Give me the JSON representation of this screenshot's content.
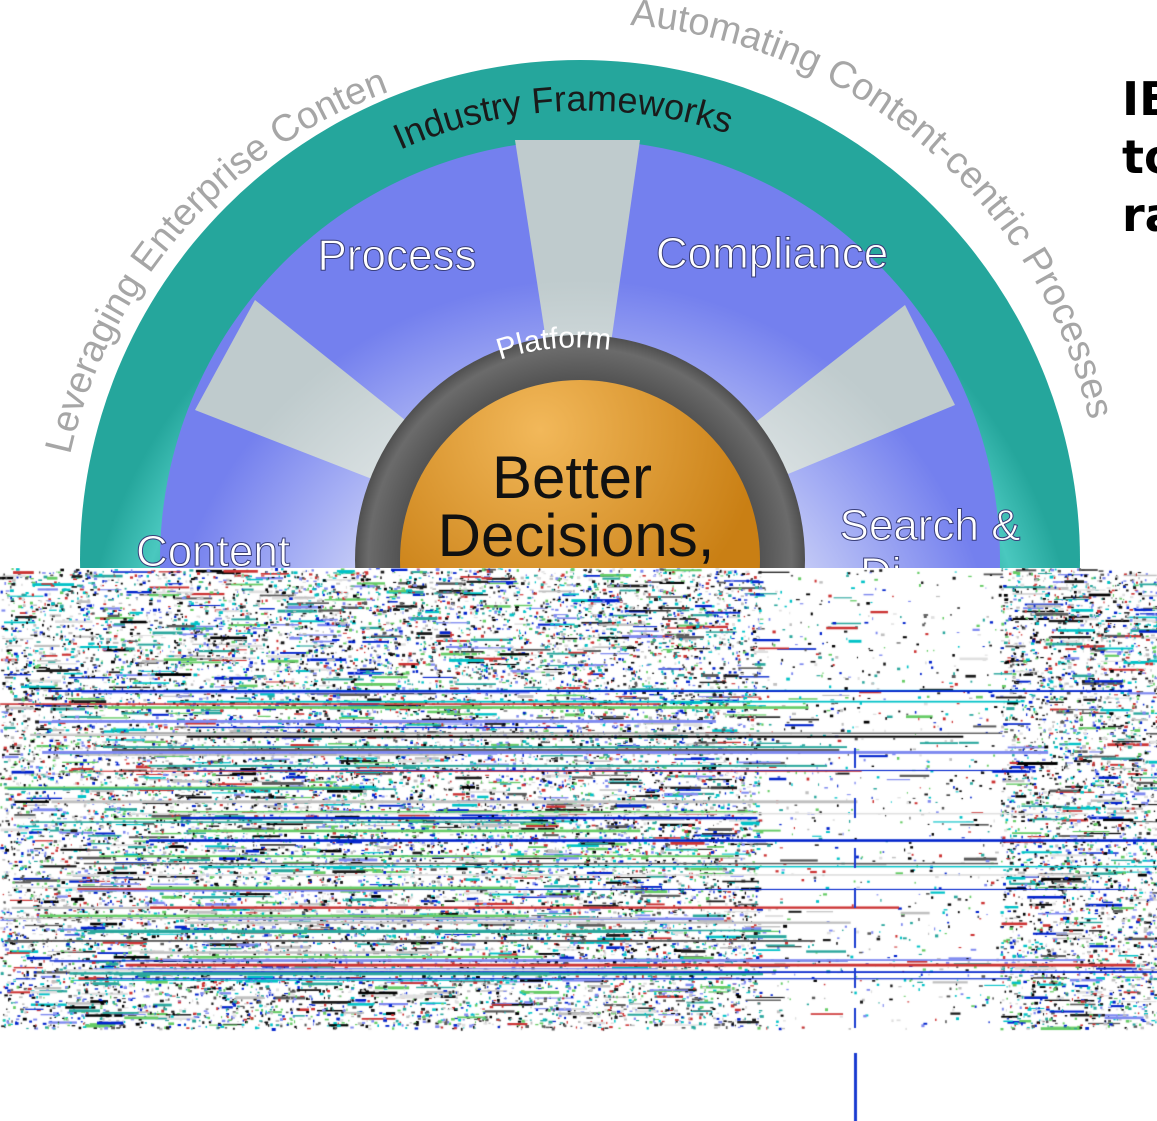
{
  "outer_labels": {
    "left": "Leveraging Enterprise Content",
    "right": "Automating Content-centric Processes"
  },
  "ring_label": "Industry Frameworks",
  "segments": {
    "process": "Process",
    "compliance": "Compliance",
    "content": "Content",
    "search_line1": "Search &",
    "search_line2": "Di"
  },
  "platform_label": "Platform",
  "center": {
    "line1": "Better",
    "line2": "Decisions,"
  },
  "side_text": [
    "IB",
    "to",
    "ra"
  ],
  "colors": {
    "teal_ring": "#36b7ad",
    "segment_blue": "#7f8af0",
    "segment_gray": "#c9d4d6",
    "platform_ring": "#5a5a5a",
    "center_orange": "#e09a2c",
    "outer_text": "#a6a6a6"
  }
}
